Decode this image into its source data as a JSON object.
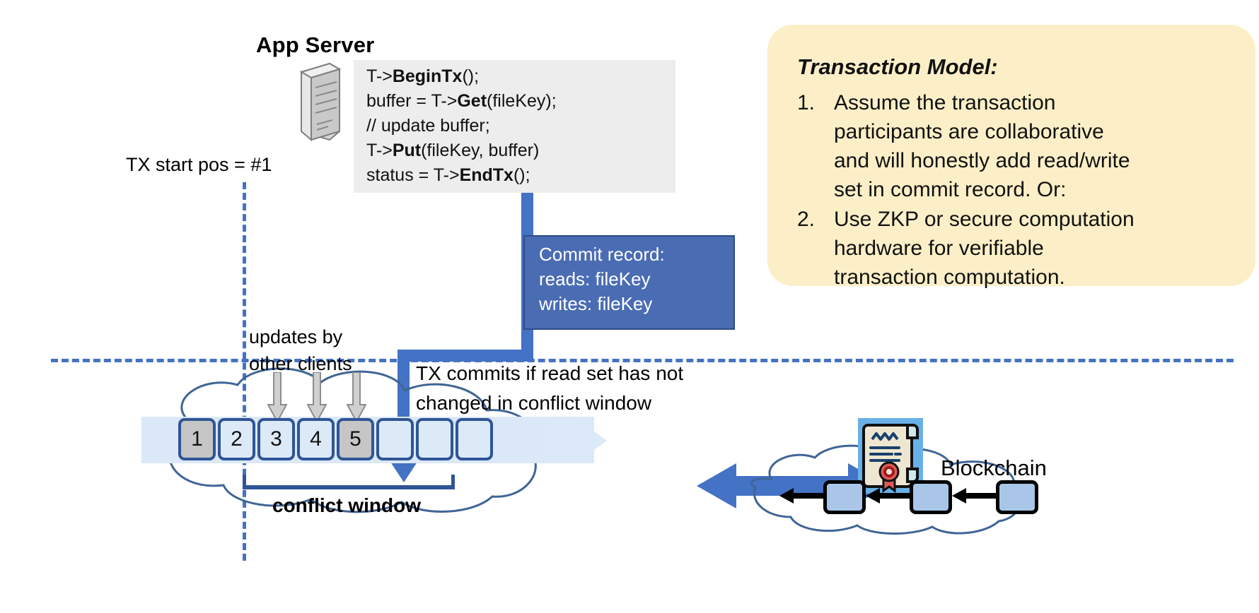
{
  "app_server": {
    "title": "App Server",
    "server_icon": "server-tower-icon",
    "code": [
      "T->BeginTx();",
      "buffer = T->Get(fileKey);",
      "// update buffer;",
      "T->Put(fileKey, buffer)",
      "status = T->EndTx();"
    ]
  },
  "tx_start": {
    "label": "TX start pos = #1"
  },
  "commit_record": {
    "lines": [
      "Commit record:",
      "reads: fileKey",
      "writes: fileKey"
    ],
    "fill_color": "#4a6cb3",
    "text_color": "#ffffff"
  },
  "annotations": {
    "updates_by_other_clients": "updates by\nother clients",
    "tx_commits": "TX commits if read set has not\nchanged in conflict window",
    "conflict_window": "conflict window",
    "blockchain": "Blockchain"
  },
  "ledger": {
    "blocks": [
      {
        "label": "1",
        "state": "filled"
      },
      {
        "label": "2",
        "state": "empty"
      },
      {
        "label": "3",
        "state": "empty"
      },
      {
        "label": "4",
        "state": "empty"
      },
      {
        "label": "5",
        "state": "filled"
      },
      {
        "label": "",
        "state": "empty"
      },
      {
        "label": "",
        "state": "empty"
      },
      {
        "label": "",
        "state": "empty"
      }
    ],
    "update_arrow_targets": [
      "2",
      "3",
      "4"
    ],
    "commit_arrow_target": "5",
    "filled_color": "#c6c6c6",
    "empty_color": "#dceaf7",
    "border_color": "#2f5597"
  },
  "blockchain_cloud": {
    "blocks": 3,
    "block_color": "#a9c6e8",
    "certificate_icon": "certificate-seal-icon"
  },
  "transaction_model": {
    "title": "Transaction Model:",
    "items": [
      {
        "num": "1.",
        "text": "Assume the transaction\nparticipants are collaborative\nand will honestly add read/write\nset in commit record.  Or:"
      },
      {
        "num": "2.",
        "text": "Use ZKP or secure computation\nhardware for verifiable\ntransaction computation."
      }
    ],
    "panel_color": "#fcefc7"
  },
  "colors": {
    "accent_blue": "#4472c4",
    "dark_blue": "#2f5597",
    "code_bg": "#ededed"
  }
}
